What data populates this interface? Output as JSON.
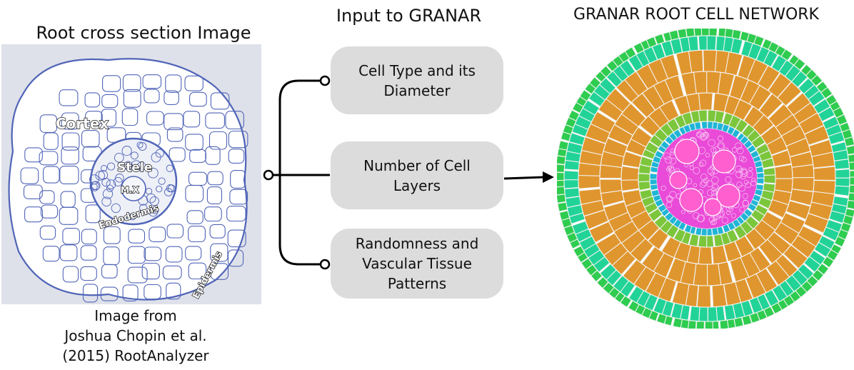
{
  "titles": {
    "left": "Root cross section Image",
    "middle": "Input to GRANAR",
    "right": "GRANAR ROOT CELL NETWORK"
  },
  "photo_labels": {
    "cortex": "Cortex",
    "stele": "Stele",
    "mx": "M.X",
    "endodermis": "Endodermis",
    "epidermis": "Epidermis"
  },
  "caption": {
    "line1": "Image from",
    "line2": "Joshua Chopin et al.",
    "line3": "(2015) RootAnalyzer"
  },
  "inputs": [
    {
      "label": "Cell Type and its Diameter"
    },
    {
      "label": "Number of Cell Layers"
    },
    {
      "label": "Randomness and Vascular Tissue Patterns"
    }
  ],
  "colors": {
    "epidermis": "#2ecc4f",
    "exodermis": "#22d398",
    "cortex": "#e0962e",
    "endodermis": "#7cc63c",
    "pericycle": "#1fb5d6",
    "stele": "#ea4ad8",
    "xylem": "#ff5fcf",
    "cell_wall": "#f4f4f4",
    "photo_wall": "#5065b8",
    "box_fill": "#dcdcdc",
    "arrow": "#000000"
  }
}
